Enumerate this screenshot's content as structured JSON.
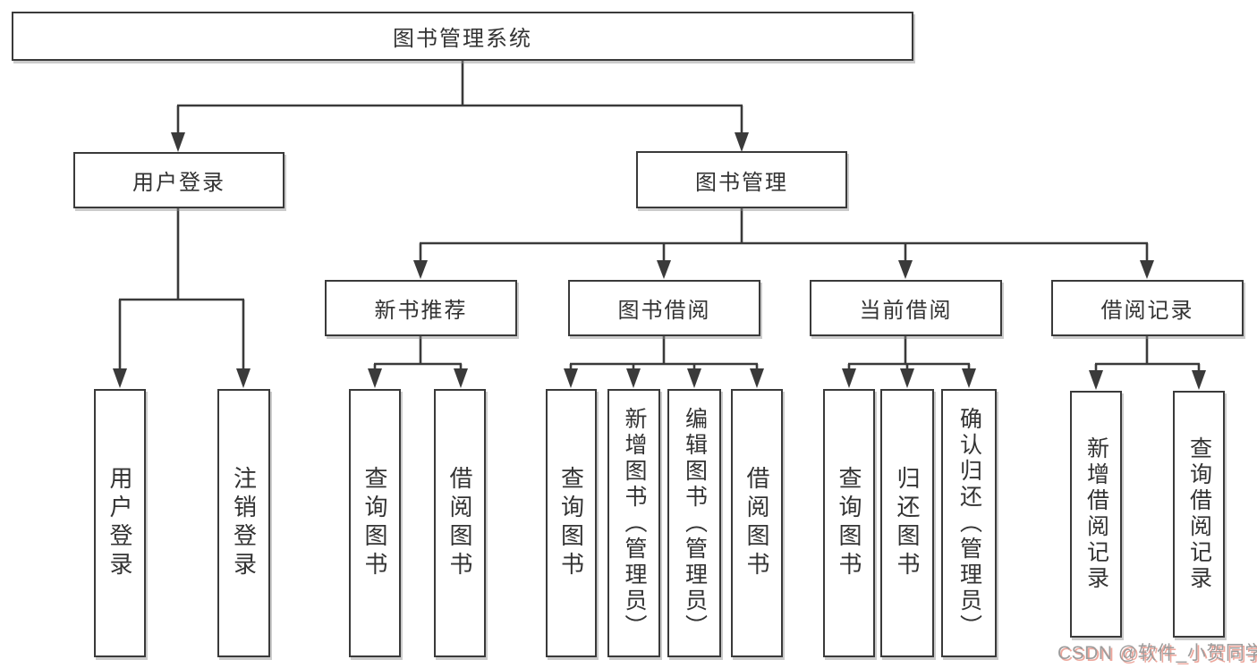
{
  "diagram": {
    "title": "图书管理系统",
    "type": "hierarchy-tree",
    "tree": {
      "label": "图书管理系统",
      "children": [
        {
          "label": "用户登录",
          "children": [
            {
              "label": "用户登录"
            },
            {
              "label": "注销登录"
            }
          ]
        },
        {
          "label": "图书管理",
          "children": [
            {
              "label": "新书推荐",
              "children": [
                {
                  "label": "查询图书"
                },
                {
                  "label": "借阅图书"
                }
              ]
            },
            {
              "label": "图书借阅",
              "children": [
                {
                  "label": "查询图书"
                },
                {
                  "label": "新增图书（管理员）"
                },
                {
                  "label": "编辑图书（管理员）"
                },
                {
                  "label": "借阅图书"
                }
              ]
            },
            {
              "label": "当前借阅",
              "children": [
                {
                  "label": "查询图书"
                },
                {
                  "label": "归还图书"
                },
                {
                  "label": "确认归还（管理员）"
                }
              ]
            },
            {
              "label": "借阅记录",
              "children": [
                {
                  "label": "新增借阅记录"
                },
                {
                  "label": "查询借阅记录"
                }
              ]
            }
          ]
        }
      ]
    },
    "colors": {
      "line": "#3a3a3a",
      "text": "#333333",
      "box_background": "#ffffff",
      "watermark_gray": "#9c9c9c",
      "watermark_red": "#de5c48",
      "page_background": "#ffffff"
    },
    "watermark": "CSDN @软件_小贺同学"
  }
}
